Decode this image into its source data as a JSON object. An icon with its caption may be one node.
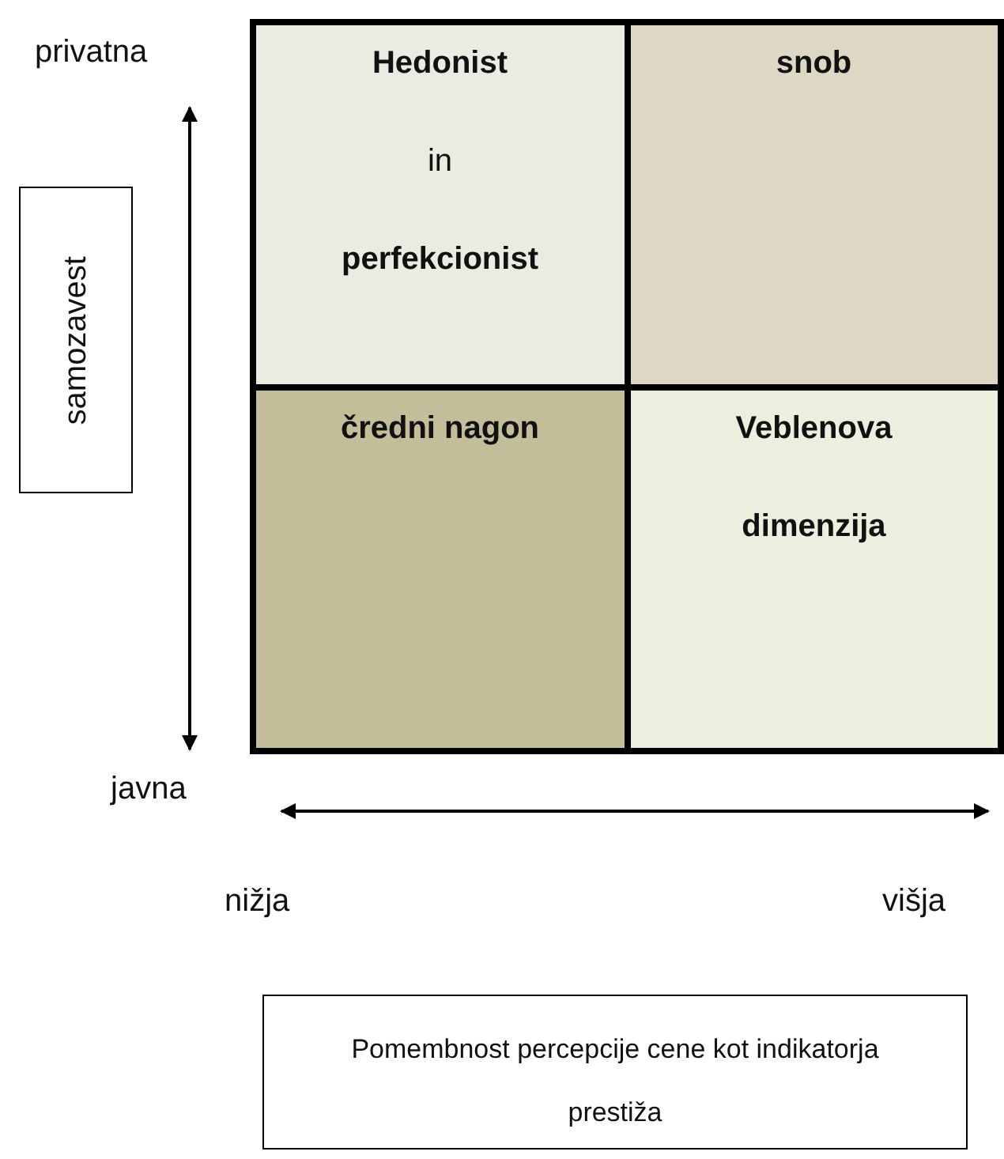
{
  "diagram": {
    "nodes": [
      {
        "text": [
          "Hedonist",
          "in",
          "perfekcionist"
        ]
      },
      {
        "text": [
          "snob"
        ]
      },
      {
        "text": [
          "čredni nagon"
        ]
      },
      {
        "text": [
          "Veblenova",
          "dimenzija"
        ]
      },
      {
        "text": [
          "samozavest"
        ]
      },
      {
        "text": [
          "Pomembnost percepcije cene kot indikatorja prestiža"
        ]
      }
    ],
    "edges": [],
    "labels": [
      "privatna",
      "javna",
      "nižja",
      "višja"
    ]
  }
}
